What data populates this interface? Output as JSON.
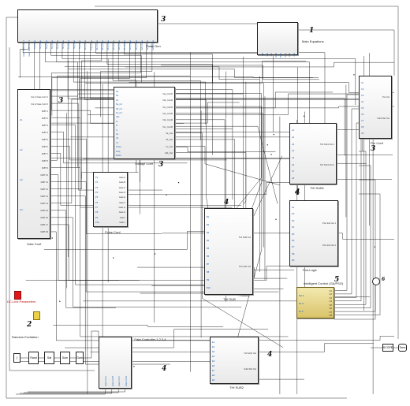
{
  "blocks": {
    "pulse": {
      "label": "Pulse Gen",
      "num": "3",
      "ports": [
        "Gate Pulse Gen 1",
        "Gate Pulse Gen 2",
        "S1_Pulse",
        "S2_Pulse",
        "S3_Pulse",
        "S4_Pulse",
        "S5_Pulse",
        "S6_Pulse",
        "S7_Pulse",
        "S8_Pulse",
        "S9_Pulse",
        "S10_Pulse",
        "S11_Pulse",
        "S12_Pulse",
        "S13_Pulse",
        "S14_Pulse",
        "S15_Pulse",
        "S16_Pulse",
        "S17_Pulse",
        "S18_Pulse",
        "S19_Pulse",
        "S20_Pulse",
        "S21_Pulse",
        "S22_Pulse"
      ]
    },
    "main": {
      "label": "Main Equations",
      "num": "1",
      "ports": [
        "Iref",
        "Vref",
        "Vdc",
        "Iload",
        "Theta",
        "Freq",
        "Vout",
        "Iout"
      ]
    },
    "gate": {
      "label": "Gate Conf",
      "num": "3",
      "inputs": [
        "In1",
        "In2",
        "In3",
        "In4"
      ],
      "outputs": [
        "Out of Gate Conf 1",
        "Out of Gate Conf 2",
        "IGBT 1",
        "IGBT 2",
        "IGBT 3",
        "IGBT 4",
        "IGBT 5",
        "IGBT 6",
        "IGBT 7",
        "IGBT 8",
        "IGBT 9",
        "IGBT 10",
        "IGBT 11",
        "IGBT 12",
        "IGBT 13",
        "IGBT 14",
        "IGBT 15",
        "IGBT 16",
        "IGBT 17",
        "IGBT 18"
      ]
    },
    "volt": {
      "label": "Voltage Conf",
      "num": "3",
      "inputs": [
        "Sa",
        "Sb",
        "Sc",
        "Sa_ref",
        "Sb_ref",
        "Sc_ref",
        "Vdc",
        "Ia",
        "Ib",
        "Ic",
        "Va",
        "Vb",
        "Vc",
        "Theta",
        "Freq",
        "Mode"
      ],
      "outputs": [
        "Vsa_Conf1",
        "Vsb_Conf1",
        "Vsc_Conf1",
        "Vsa_Conf2",
        "Vsb_Conf2",
        "Vsc_Conf2",
        "Va_Out",
        "Vb_Out",
        "Vc_Out",
        "Vab_Out"
      ]
    },
    "pconf": {
      "label": "Pulse Conf",
      "inputs": [
        "P1",
        "P2",
        "P3",
        "P4",
        "P5",
        "P6",
        "P7",
        "P8",
        "P9",
        "P10"
      ],
      "outputs": [
        "Gate A",
        "Gate B",
        "Gate C",
        "Gate D",
        "Gate E",
        "Gate F",
        "Gate G",
        "Gate H",
        "Gate I",
        "Gate J"
      ]
    },
    "tl": {
      "label": "THI SUB1",
      "num": "4",
      "inputs": [
        "A1",
        "A2",
        "A3",
        "A4",
        "A5",
        "A6",
        "A7",
        "A8"
      ],
      "outputs": [
        "THI Sub1 Out 1",
        "THI Sub1 Out 2"
      ]
    },
    "tc": {
      "label": "THI SUB",
      "num": "4",
      "inputs": [
        "B1",
        "B2",
        "B3",
        "B4",
        "B5",
        "B6",
        "B7",
        "B8",
        "B9",
        "B10"
      ],
      "outputs": [
        "THI SUB Out",
        "Pos Sub Out"
      ]
    },
    "pr": {
      "label": "Pre Conf",
      "num": "3",
      "inputs": [
        "C1",
        "C2",
        "C3",
        "C4",
        "C5",
        "C6",
        "C7",
        "C8",
        "C9"
      ],
      "outputs": [
        "Pre Out",
        "Sub1 Ref Out"
      ]
    },
    "pm": {
      "label": "Pos-Logic",
      "num": "4",
      "inputs": [
        "D1",
        "D2",
        "D3",
        "D4",
        "D5",
        "D6",
        "D7",
        "D8",
        "D9"
      ],
      "outputs": [
        "Pos Sub Out 1",
        "Pos Sub Out 2"
      ]
    },
    "intel": {
      "label": "Intelligent Control (GA/PSO)",
      "num": "5",
      "inputs": [
        "Ref In",
        "Err In",
        "Fb In"
      ],
      "outputs": [
        "O1",
        "O2",
        "O3",
        "O4",
        "O5",
        "O6",
        "O7",
        "O8"
      ]
    },
    "gc": {
      "label": "Gate Controller 1,2,3,4",
      "num": "4",
      "inputs": [
        "Gate Ctrl A",
        "Gate Ctrl B",
        "Gate Ctrl C",
        "Gate Ctrl D"
      ]
    },
    "tb": {
      "label": "THI SUB2",
      "num": "4",
      "inputs": [
        "E1",
        "E2",
        "E3",
        "E4",
        "E5",
        "E6",
        "E7",
        "E8",
        "E9"
      ],
      "outputs": [
        "THI Sub2 Out",
        "Sub2 Ref Out"
      ]
    }
  },
  "misc": {
    "dc_label": "DC-Link Parameters",
    "num2": "2",
    "random_label": "Random Excitation",
    "chain": [
      "Rand",
      "Sat",
      "Sum",
      "Gain"
    ],
    "scope_num": "6",
    "hdr_label": "SCOPE",
    "term_label": "Term"
  },
  "colors": {
    "accent_red": "#e3161a",
    "accent_yellow": "#ecd243",
    "gold": "#d9c46a"
  }
}
